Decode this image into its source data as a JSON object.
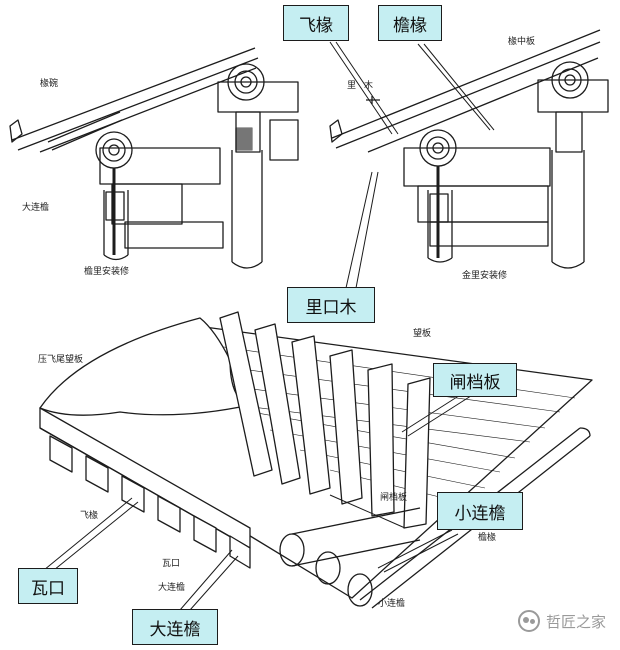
{
  "callouts": {
    "fei_chuan": "飞椽",
    "yan_chuan": "檐椽",
    "li_kou_mu": "里口木",
    "zha_dang_ban": "闸档板",
    "xiao_lian_yan": "小连檐",
    "wa_kou": "瓦口",
    "da_lian_yan": "大连檐"
  },
  "handwritten": {
    "top_left_eave": "椽碗",
    "top_left_big": "大连檐",
    "top_left_bottom": "檐里安装修",
    "top_right_li": "里",
    "top_right_mu": "木",
    "top_right_board": "椽中板",
    "top_right_bottom": "金里安装修",
    "bottom_wangban": "望板",
    "bottom_fei_wangban": "压飞尾望板",
    "bottom_zhadang": "闸档板",
    "bottom_fei": "飞椽",
    "bottom_yanchuan": "檐椽",
    "bottom_wakou": "瓦口",
    "bottom_dalianyan": "大连檐",
    "bottom_xiaolianyan": "小连檐"
  },
  "watermark": {
    "text": "哲匠之家"
  },
  "colors": {
    "callout_fill": "#c5eef2",
    "ink": "#1c1c1c"
  }
}
